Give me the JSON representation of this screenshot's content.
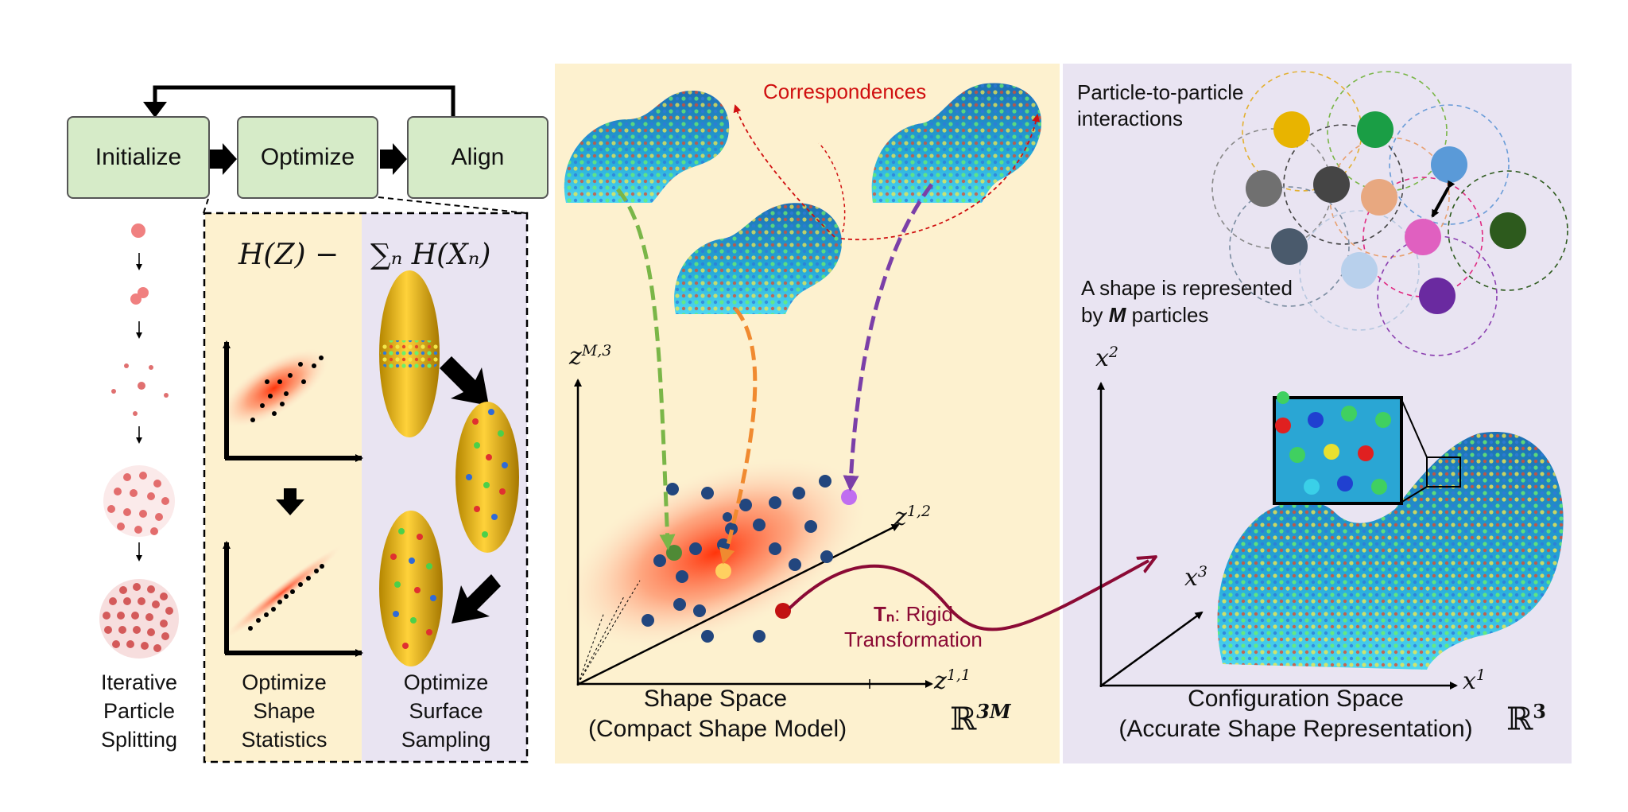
{
  "pipeline": {
    "initialize_label": "Initialize",
    "optimize_label": "Optimize",
    "align_label": "Align"
  },
  "entropy_formula": {
    "part1": "H(Z) −",
    "part2": "∑ₙ H(Xₙ)"
  },
  "left_column": {
    "caption_line1": "Iterative",
    "caption_line2": "Particle",
    "caption_line3": "Splitting"
  },
  "optimize_panel": {
    "stats_caption_line1": "Optimize",
    "stats_caption_line2": "Shape",
    "stats_caption_line3": "Statistics",
    "sampling_caption_line1": "Optimize",
    "sampling_caption_line2": "Surface",
    "sampling_caption_line3": "Sampling"
  },
  "shape_space": {
    "correspondences_label": "Correspondences",
    "axis_z_m3": "z",
    "axis_z_m3_sup": "M,3",
    "axis_z_12": "z",
    "axis_z_12_sup": "1,2",
    "axis_z_11": "z",
    "axis_z_11_sup": "1,1",
    "rigid_label_tn": "Tₙ",
    "rigid_label_line1": ": Rigid",
    "rigid_label_line2": "Transformation",
    "title_line1": "Shape Space",
    "title_line2": "(Compact Shape Model)",
    "space_symbol": "ℝ",
    "space_exp": "3M",
    "bg_color": "#fdf1cf"
  },
  "config_space": {
    "interactions_line1": "Particle-to-particle",
    "interactions_line2": "interactions",
    "represented_line1": "A shape is represented",
    "represented_line2a": "by",
    "represented_m": "M",
    "represented_line2b": "particles",
    "axis_x2": "x",
    "axis_x2_sup": "2",
    "axis_x3": "x",
    "axis_x3_sup": "3",
    "axis_x1": "x",
    "axis_x1_sup": "1",
    "title_line1": "Configuration Space",
    "title_line2": "(Accurate Shape Representation)",
    "space_symbol": "ℝ",
    "space_exp": "3",
    "bg_color": "#e9e4f2"
  },
  "colors": {
    "box_fill": "#d6ebc8",
    "correspondence_red": "#d01010",
    "rigid_maroon": "#8b0a35",
    "green_arrow": "#7ab648",
    "orange_arrow": "#f08a30",
    "purple_arrow": "#7b3fa8",
    "dot_navy": "#22467e"
  }
}
